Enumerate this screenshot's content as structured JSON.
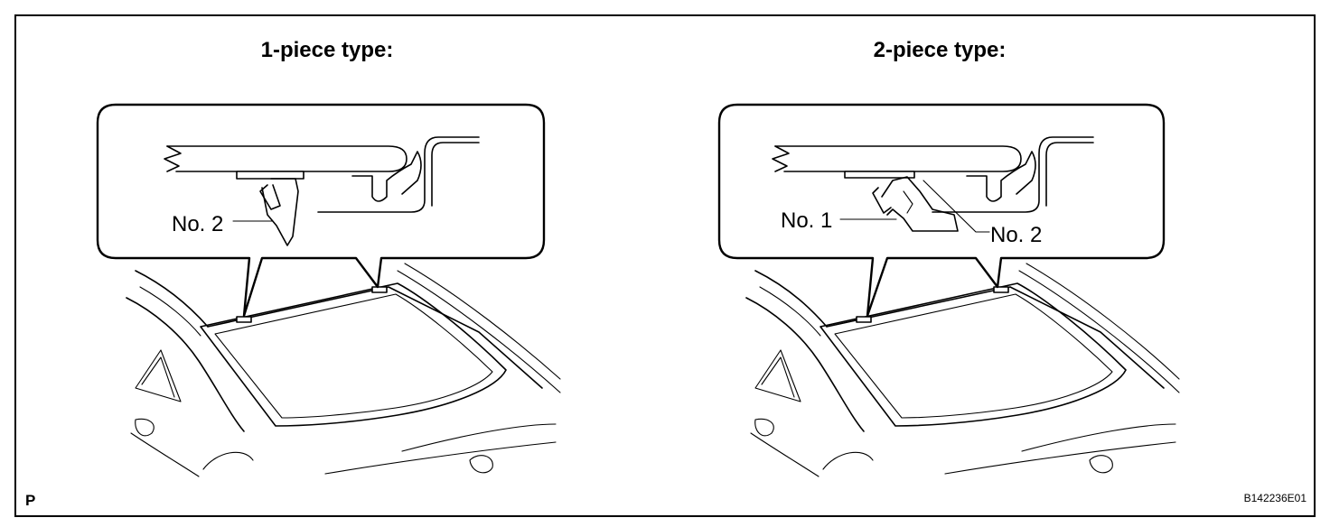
{
  "panels": {
    "left": {
      "title": "1-piece type:",
      "labels": {
        "clip_no2": "No. 2"
      }
    },
    "right": {
      "title": "2-piece type:",
      "labels": {
        "clip_no1": "No. 1",
        "clip_no2": "No. 2"
      }
    }
  },
  "footer": {
    "corner_mark": "P",
    "figure_code": "B142236E01"
  }
}
